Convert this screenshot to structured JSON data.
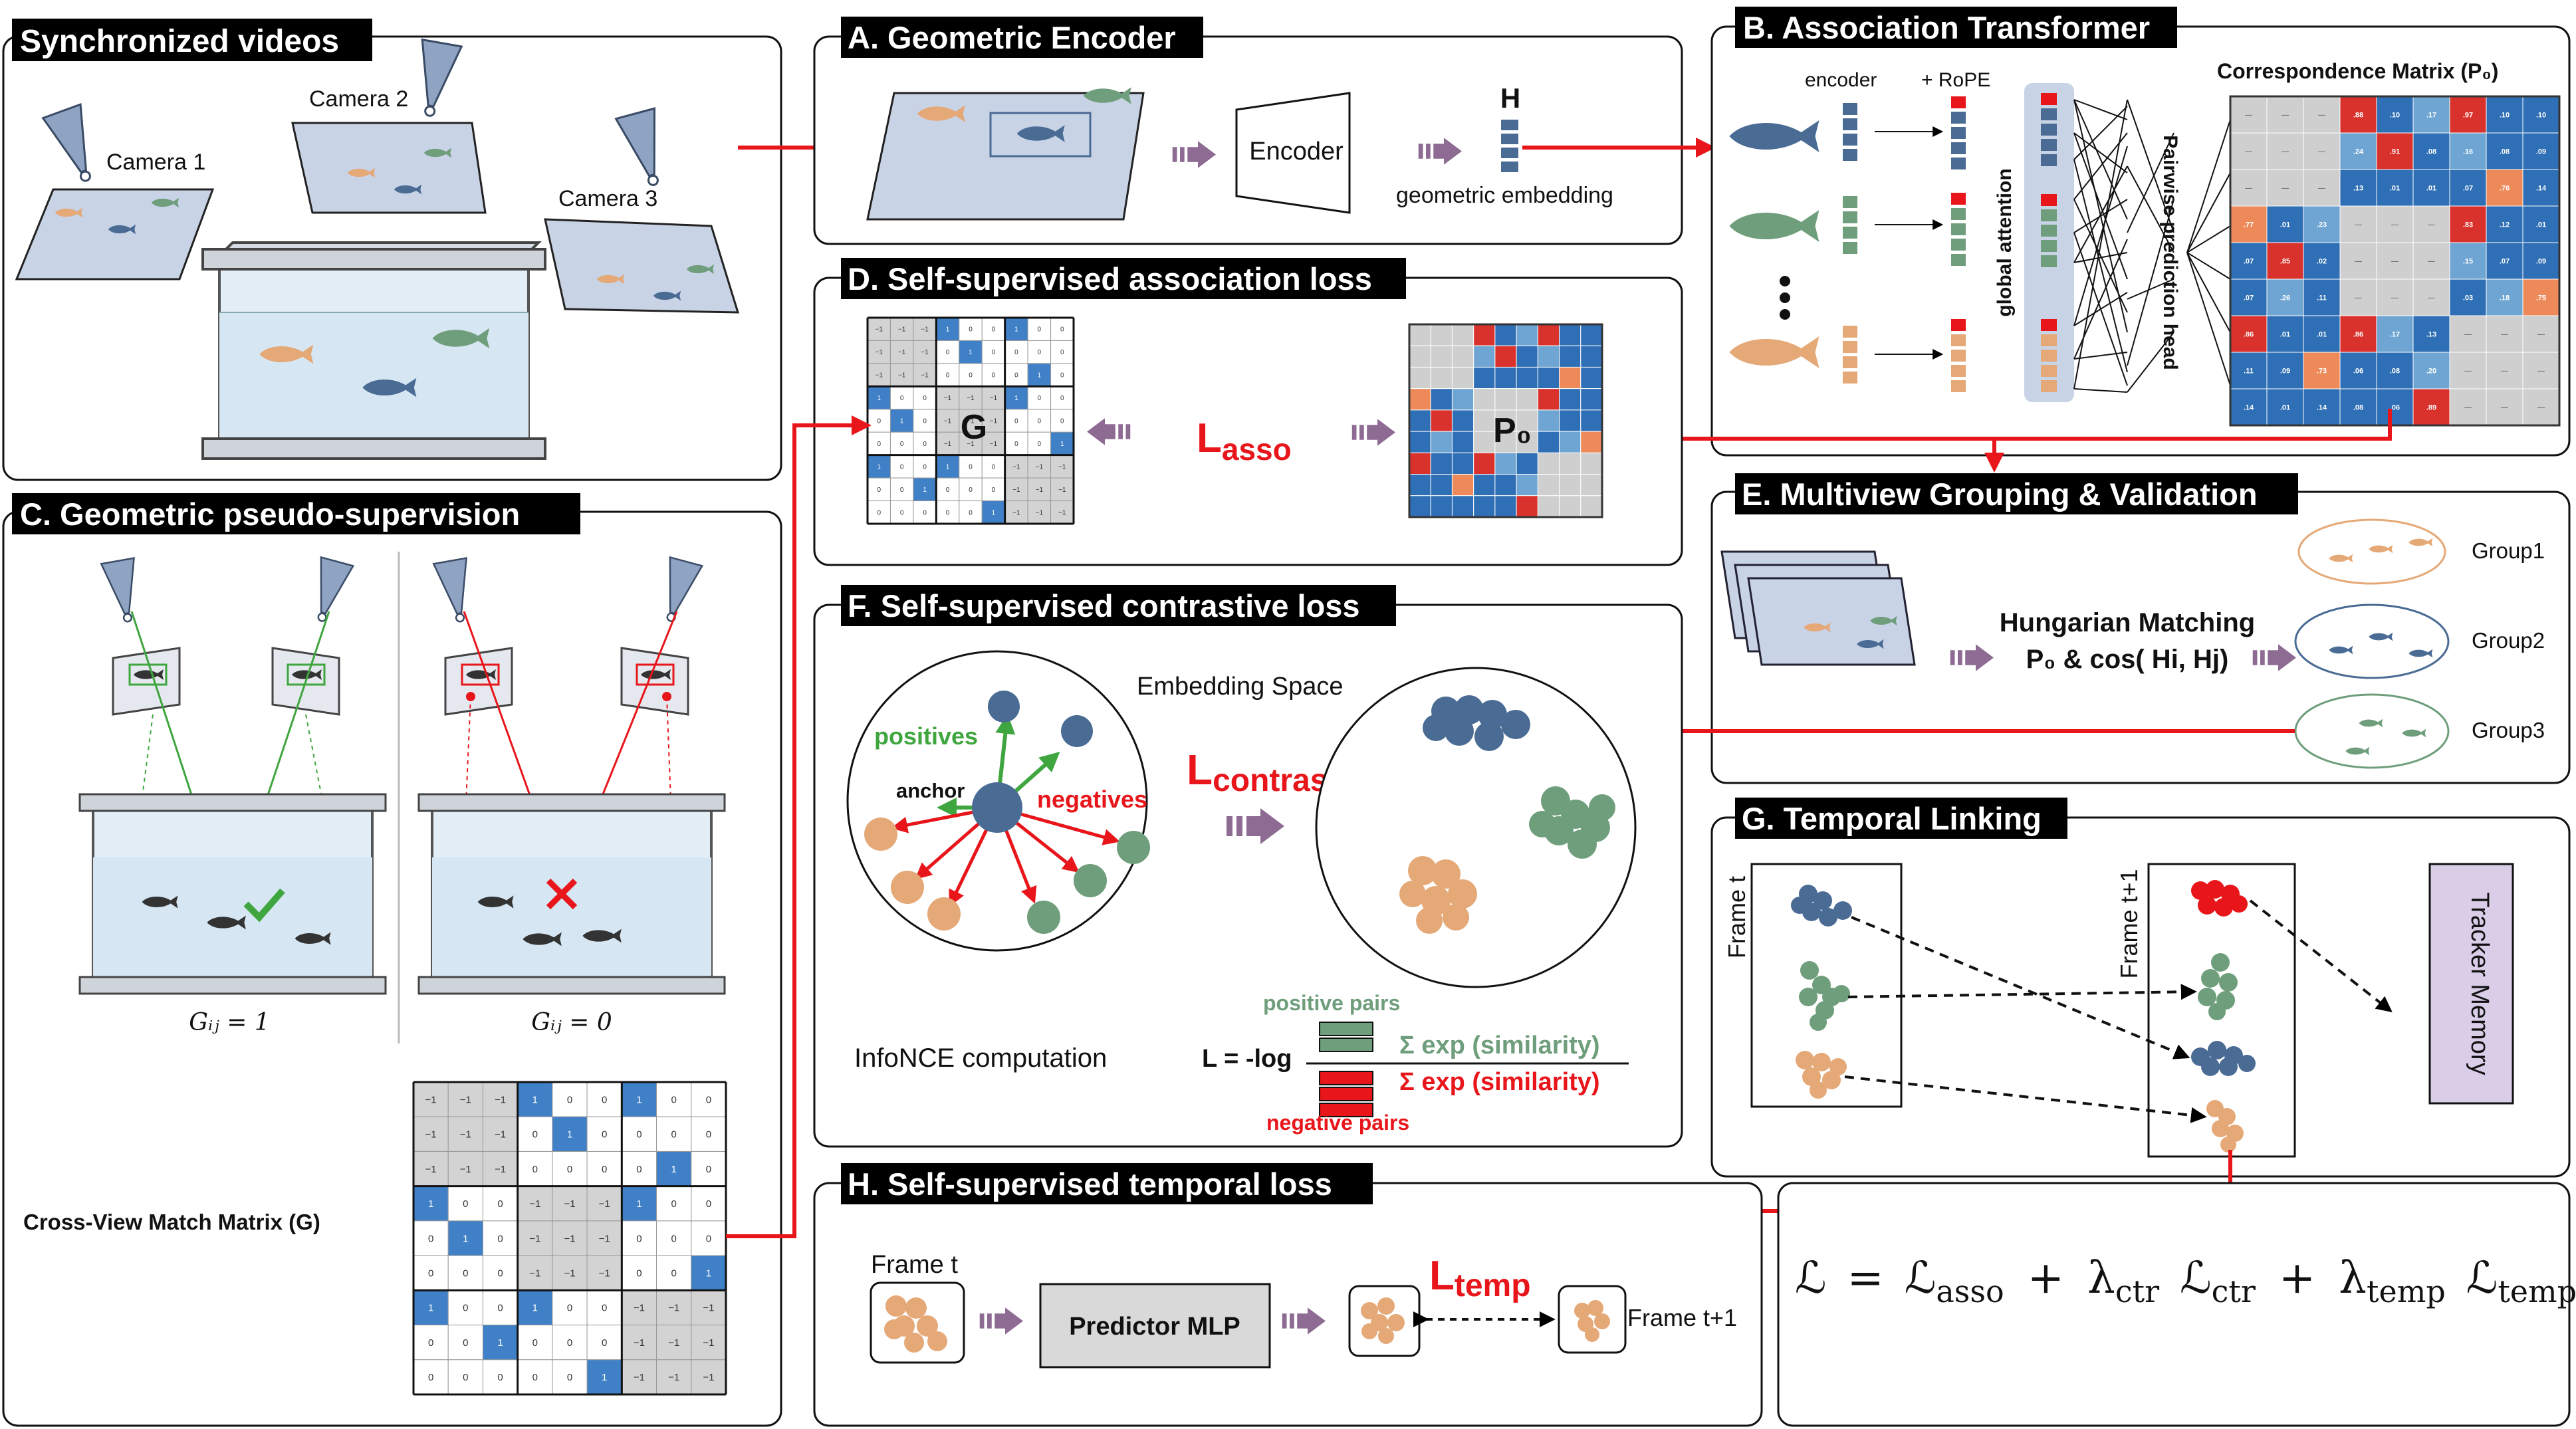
{
  "panels": {
    "sync_videos": {
      "title": "Synchronized videos",
      "cameras": [
        "Camera 1",
        "Camera 2",
        "Camera 3"
      ]
    },
    "geometric_encoder": {
      "title": "A. Geometric Encoder",
      "encoder_label": "Encoder",
      "h_label": "H",
      "embedding_label": "geometric embedding"
    },
    "association_transformer": {
      "title": "B. Association Transformer",
      "encoder_label": "encoder",
      "rope_label": "+ RoPE",
      "global_attention": "global attention",
      "pairwise_head": "Pairwise prediction head",
      "corr_title": "Correspondence Matrix (P₀)"
    },
    "pseudo_supervision": {
      "title": "C. Geometric pseudo-supervision",
      "g_one": "Gᵢⱼ = 1",
      "g_zero": "Gᵢⱼ = 0",
      "matrix_label": "Cross-View Match Matrix (G)"
    },
    "association_loss": {
      "title": "D. Self-supervised association loss",
      "g_label": "G",
      "p_label": "P₀",
      "loss_main": "L",
      "loss_sub": "asso"
    },
    "grouping": {
      "title": "E. Multiview Grouping & Validation",
      "line1": "Hungarian Matching",
      "line2": "P₀ & cos( Hi, Hj)",
      "groups": [
        "Group1",
        "Group2",
        "Group3"
      ]
    },
    "contrastive": {
      "title": "F. Self-supervised contrastive loss",
      "embedding_space": "Embedding Space",
      "positives": "positives",
      "anchor": "anchor",
      "negatives": "negatives",
      "loss_main": "L",
      "loss_sub": "contras",
      "infonce": "InfoNCE computation",
      "positive_pairs": "positive pairs",
      "negative_pairs": "negative pairs",
      "formula_lhs": "L = -log",
      "numerator": "Σ exp (similarity)",
      "denominator": "Σ exp (similarity)"
    },
    "temporal_linking": {
      "title": "G. Temporal Linking",
      "frame_t": "Frame t",
      "frame_t1": "Frame t+1",
      "memory": "Tracker Memory"
    },
    "temporal_loss": {
      "title": "H. Self-supervised temporal loss",
      "frame_t": "Frame t",
      "predictor": "Predictor MLP",
      "loss_main": "L",
      "loss_sub": "temp",
      "frame_t1": "Frame t+1"
    },
    "total_loss": {
      "script_L": "ℒ",
      "eq": "=",
      "plus": "+",
      "lambda": "λ",
      "asso": "asso",
      "ctr": "ctr",
      "temp": "temp"
    }
  },
  "corr_matrix": [
    [
      "",
      "",
      "",
      ".88",
      ".10",
      ".17",
      ".97",
      ".10",
      ".10"
    ],
    [
      "",
      "",
      "",
      ".24",
      ".91",
      ".08",
      ".16",
      ".08",
      ".09"
    ],
    [
      "",
      "",
      "",
      ".13",
      ".01",
      ".01",
      ".07",
      ".76",
      ".14"
    ],
    [
      ".77",
      ".01",
      ".23",
      "",
      "",
      "",
      ".83",
      ".12",
      ".01"
    ],
    [
      ".07",
      ".85",
      ".02",
      "",
      "",
      "",
      ".15",
      ".07",
      ".09"
    ],
    [
      ".07",
      ".26",
      ".11",
      "",
      "",
      "",
      ".03",
      ".18",
      ".75"
    ],
    [
      ".86",
      ".01",
      ".01",
      ".86",
      ".17",
      ".13",
      "",
      "",
      ""
    ],
    [
      ".11",
      ".09",
      ".73",
      ".06",
      ".08",
      ".20",
      "",
      "",
      ""
    ],
    [
      ".14",
      ".01",
      ".14",
      ".08",
      ".06",
      ".89",
      "",
      "",
      ""
    ]
  ],
  "g_matrix": [
    [
      "-1",
      "-1",
      "-1",
      "1",
      "0",
      "0",
      "1",
      "0",
      "0"
    ],
    [
      "-1",
      "-1",
      "-1",
      "0",
      "1",
      "0",
      "0",
      "0",
      "0"
    ],
    [
      "-1",
      "-1",
      "-1",
      "0",
      "0",
      "0",
      "0",
      "1",
      "0"
    ],
    [
      "1",
      "0",
      "0",
      "-1",
      "-1",
      "-1",
      "1",
      "0",
      "0"
    ],
    [
      "0",
      "1",
      "0",
      "-1",
      "-1",
      "-1",
      "0",
      "0",
      "0"
    ],
    [
      "0",
      "0",
      "0",
      "-1",
      "-1",
      "-1",
      "0",
      "0",
      "1"
    ],
    [
      "1",
      "0",
      "0",
      "1",
      "0",
      "0",
      "-1",
      "-1",
      "-1"
    ],
    [
      "0",
      "0",
      "1",
      "0",
      "0",
      "0",
      "-1",
      "-1",
      "-1"
    ],
    [
      "0",
      "0",
      "0",
      "0",
      "0",
      "1",
      "-1",
      "-1",
      "-1"
    ]
  ],
  "colors": {
    "red": "#e8161b",
    "purple": "#8e6b93",
    "blue_fish": "#4a6b94",
    "green_fish": "#6f9e7c",
    "orange_fish": "#e5a877",
    "black": "#000000",
    "light_panel": "#c9d3e6",
    "match_blue": "#3f80c6"
  }
}
